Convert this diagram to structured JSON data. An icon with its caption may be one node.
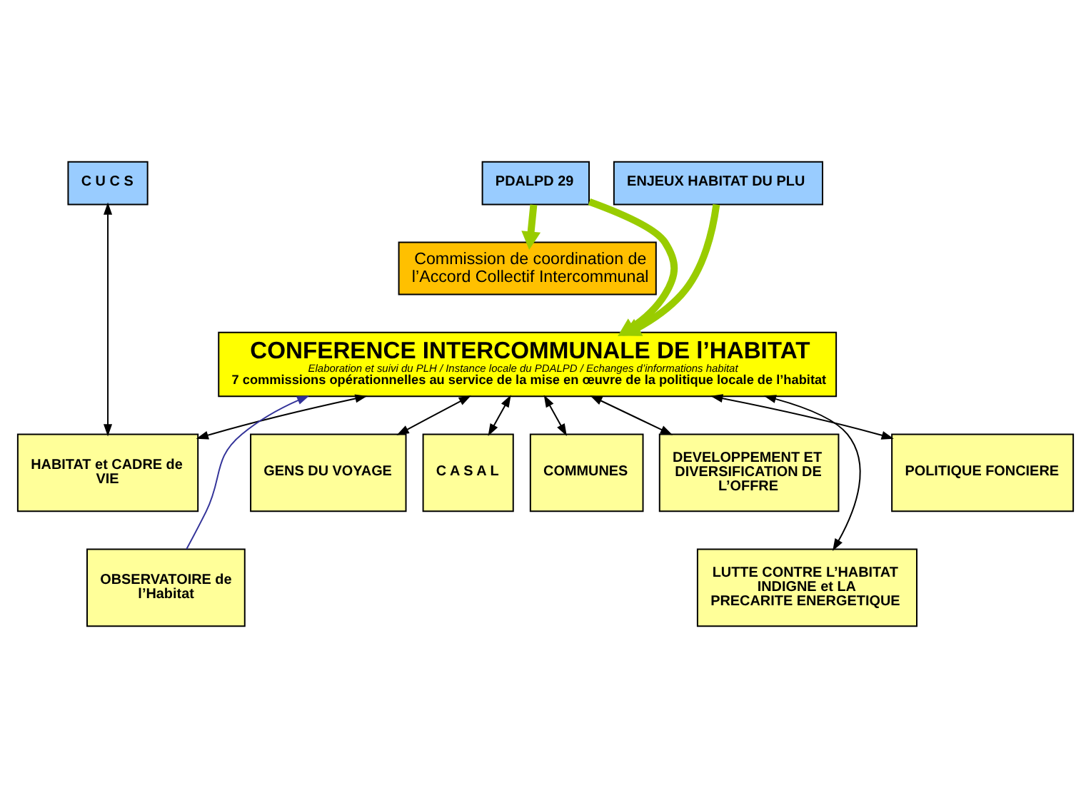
{
  "diagram": {
    "nodes": [
      {
        "text": [
          "C U C S"
        ]
      },
      {
        "text": [
          "ENJEUX HABITAT DU PLU"
        ]
      },
      {
        "text": [
          "PDALPD 29"
        ]
      },
      {
        "text": [
          "Commission de coordination de l’Accord Collectif Intercommunal"
        ]
      },
      {
        "text": [
          "CONFERENCE INTERCOMMUNALE DE l’HABITAT",
          "Elaboration et suivi du PLH / Instance locale du PDALPD / Echanges d’informations habitat",
          "7 commissions opérationnelles au service de la mise en œuvre de la politique locale de l’habitat"
        ]
      },
      {
        "text": [
          "HABITAT et CADRE de VIE"
        ]
      },
      {
        "text": [
          "POLITIQUE FONCIERE"
        ]
      },
      {
        "text": [
          "GENS DU VOYAGE"
        ]
      },
      {
        "text": [
          "C A S A L"
        ]
      },
      {
        "text": [
          "DEVELOPPEMENT ET DIVERSIFICATION DE L’OFFRE"
        ]
      },
      {
        "text": [
          "COMMUNES"
        ]
      },
      {
        "text": [
          "OBSERVATOIRE de l’Habitat"
        ]
      },
      {
        "text": [
          "LUTTE CONTRE L’HABITAT INDIGNE et LA PRECARITE ENERGETIQUE"
        ]
      }
    ],
    "edges": [
      {
        "from": 0,
        "to": 5,
        "arrow": "both"
      },
      {
        "from": 1,
        "to": 4,
        "arrow": "to",
        "style": "thick",
        "color": "#99cc00"
      },
      {
        "from": 2,
        "to": 4,
        "arrow": "to",
        "style": "thick",
        "color": "#99cc00"
      },
      {
        "from": 2,
        "to": 3,
        "arrow": "to",
        "style": "thick",
        "color": "#99cc00"
      },
      {
        "from": 4,
        "to": 5,
        "arrow": "both"
      },
      {
        "from": 4,
        "to": 6,
        "arrow": "both"
      },
      {
        "from": 4,
        "to": 7,
        "arrow": "both"
      },
      {
        "from": 4,
        "to": 8,
        "arrow": "both"
      },
      {
        "from": 4,
        "to": 9,
        "arrow": "both"
      },
      {
        "from": 4,
        "to": 10,
        "arrow": "both"
      },
      {
        "from": 4,
        "to": 12,
        "arrow": "both"
      },
      {
        "from": 11,
        "to": 4,
        "arrow": "to",
        "color": "#333399"
      }
    ]
  }
}
